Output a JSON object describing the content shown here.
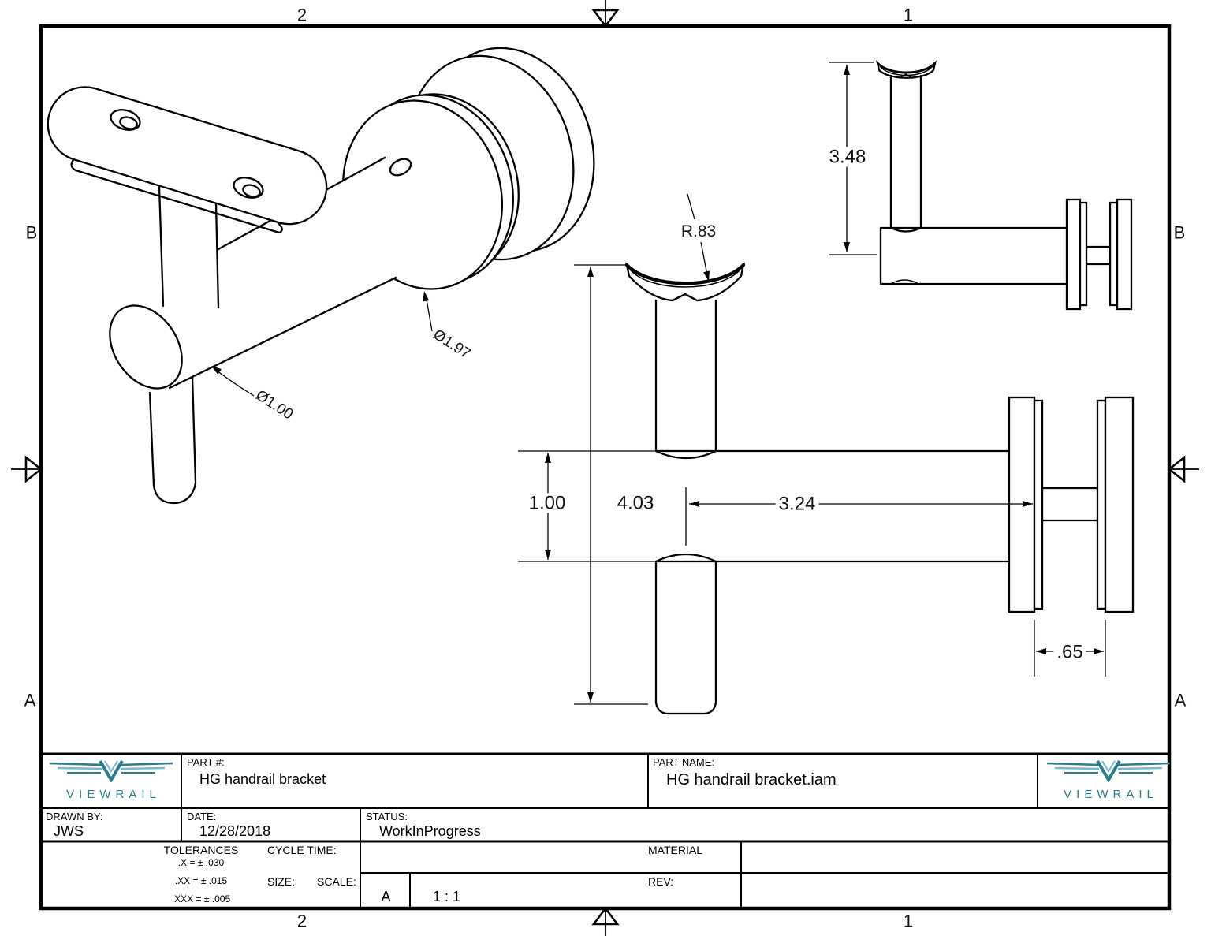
{
  "sheet": {
    "background": "#ffffff",
    "line_color": "#000000",
    "zones": {
      "top_left": "2",
      "top_right": "1",
      "bottom_left": "2",
      "bottom_right": "1",
      "left_top": "B",
      "left_bottom": "A",
      "right_top": "B",
      "right_bottom": "A"
    }
  },
  "views": {
    "isometric": {
      "labels": {
        "arm_diameter": "Ø1.00",
        "disc_diameter": "Ø1.97"
      }
    },
    "front": {
      "labels": {
        "saddle_radius": "R.83",
        "arm_diameter": "1.00",
        "overall_height": "4.03",
        "arm_length": "3.24",
        "clamp_gap": ".65"
      }
    },
    "side": {
      "labels": {
        "post_height": "3.48"
      }
    }
  },
  "title_block": {
    "logo_text": "VIEWRAIL",
    "logo_teal_dark": "#2a7d8d",
    "logo_teal_light": "#7db9c6",
    "part_number_label": "PART #:",
    "part_number": "HG handrail bracket",
    "part_name_label": "PART NAME:",
    "part_name": "HG handrail bracket.iam",
    "drawn_by_label": "DRAWN BY:",
    "drawn_by": "JWS",
    "date_label": "DATE:",
    "date": "12/28/2018",
    "status_label": "STATUS:",
    "status": "WorkInProgress",
    "tolerances_title": "TOLERANCES",
    "tolerance_x": ".X = ± .030",
    "tolerance_xx": ".XX = ± .015",
    "tolerance_xxx": ".XXX = ± .005",
    "cycle_time_label": "CYCLE TIME:",
    "material_label": "MATERIAL",
    "size_label": "SIZE:",
    "size": "A",
    "scale_label": "SCALE:",
    "scale": "1 : 1",
    "rev_label": "REV:"
  }
}
